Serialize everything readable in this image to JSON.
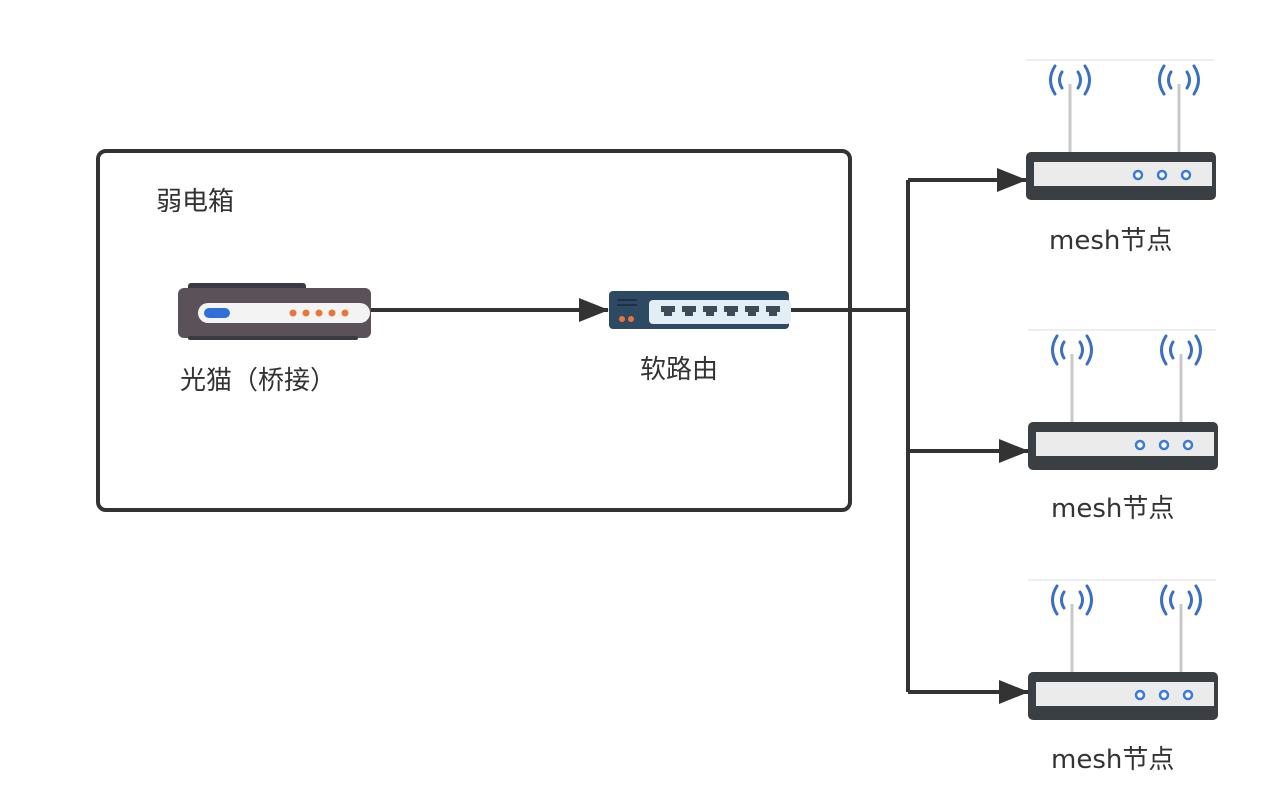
{
  "diagram": {
    "type": "network-topology",
    "group": {
      "title": "弱电箱",
      "contains": [
        "modem",
        "soft-router"
      ]
    },
    "nodes": {
      "modem": {
        "label": "光猫（桥接）",
        "icon": "modem-icon"
      },
      "router": {
        "label": "软路由",
        "icon": "switch-icon"
      },
      "mesh": [
        {
          "label": "mesh节点",
          "icon": "wifi-router-icon"
        },
        {
          "label": "mesh节点",
          "icon": "wifi-router-icon"
        },
        {
          "label": "mesh节点",
          "icon": "wifi-router-icon"
        }
      ]
    },
    "edges": [
      {
        "from": "modem",
        "to": "router"
      },
      {
        "from": "router",
        "to": "mesh.0"
      },
      {
        "from": "router",
        "to": "mesh.1"
      },
      {
        "from": "router",
        "to": "mesh.2"
      }
    ],
    "colors": {
      "line": "#333333",
      "modem_body": "#5b5259",
      "modem_led_blue": "#2f6fd6",
      "modem_led_orange": "#e8763a",
      "switch_body": "#2e4a63",
      "switch_port_panel": "#e3edf5",
      "switch_led": "#e8763a",
      "router_body": "#3a3f44",
      "router_panel": "#ebebeb",
      "router_led": "#3b7ad6",
      "antenna": "#c8c8c8",
      "wifi_wave": "#3b6fc4"
    }
  }
}
